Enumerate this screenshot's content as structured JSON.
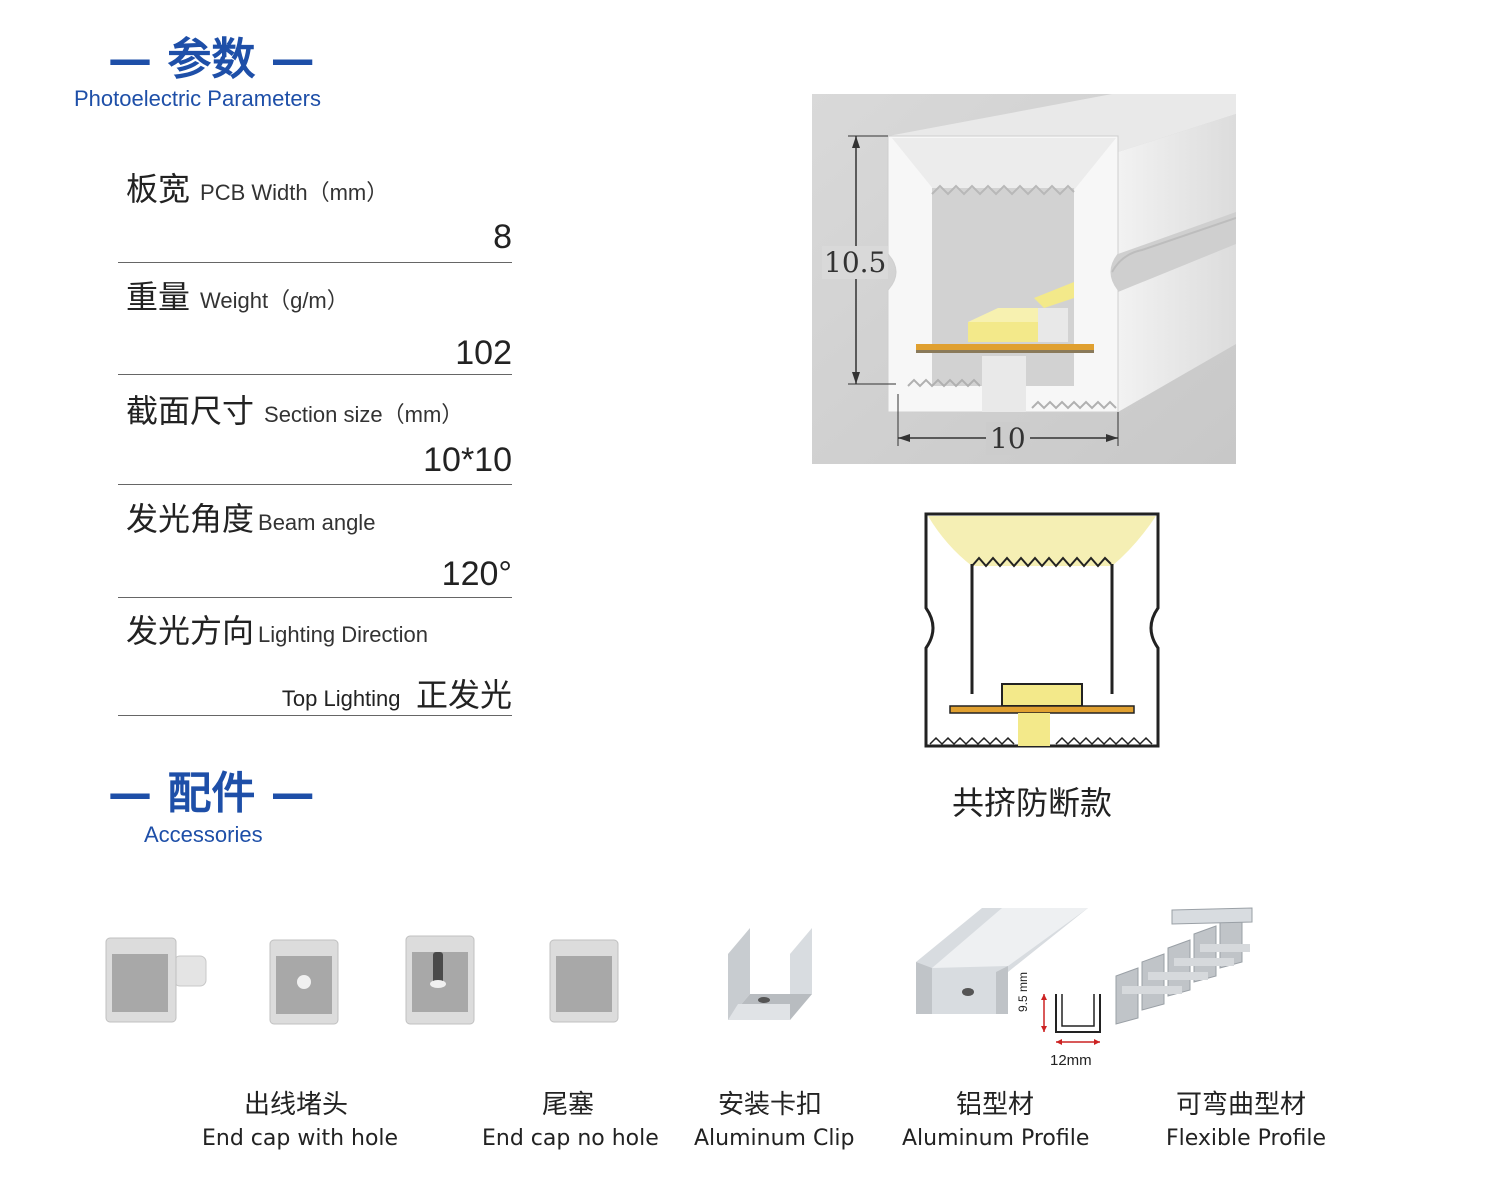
{
  "params_section": {
    "title_zh": "— 参数 —",
    "title_en": "Photoelectric Parameters"
  },
  "parameters": [
    {
      "label_zh": "板宽",
      "label_en": "PCB Width（mm）",
      "value": "8"
    },
    {
      "label_zh": "重量",
      "label_en": "Weight（g/m）",
      "value": "102"
    },
    {
      "label_zh": "截面尺寸",
      "label_en": "Section size（mm）",
      "value": "10*10"
    },
    {
      "label_zh": "发光角度",
      "label_en": "Beam angle",
      "value": "120°"
    },
    {
      "label_zh": "发光方向",
      "label_en": "Lighting Direction",
      "value_en": "Top Lighting",
      "value_zh": "正发光"
    }
  ],
  "diagram": {
    "height_label": "10.5",
    "width_label": "10",
    "cross_section_caption": "共挤防断款"
  },
  "accessories_section": {
    "title_zh": "— 配件 —",
    "title_en": "Accessories"
  },
  "accessories": [
    {
      "name_zh": "出线堵头",
      "name_en": "End cap with hole"
    },
    {
      "name_zh": "尾塞",
      "name_en": "End cap no hole"
    },
    {
      "name_zh": "安装卡扣",
      "name_en": "Aluminum Clip"
    },
    {
      "name_zh": "铝型材",
      "name_en": "Aluminum Profile"
    },
    {
      "name_zh": "可弯曲型材",
      "name_en": "Flexible Profile"
    }
  ],
  "profile_dims": {
    "height": "9.5 mm",
    "width": "12mm"
  },
  "colors": {
    "brand_blue": "#1e4fa8",
    "led_yellow": "#f3e98a",
    "pcb_orange": "#e0a030",
    "accent_red": "#cc2222"
  }
}
